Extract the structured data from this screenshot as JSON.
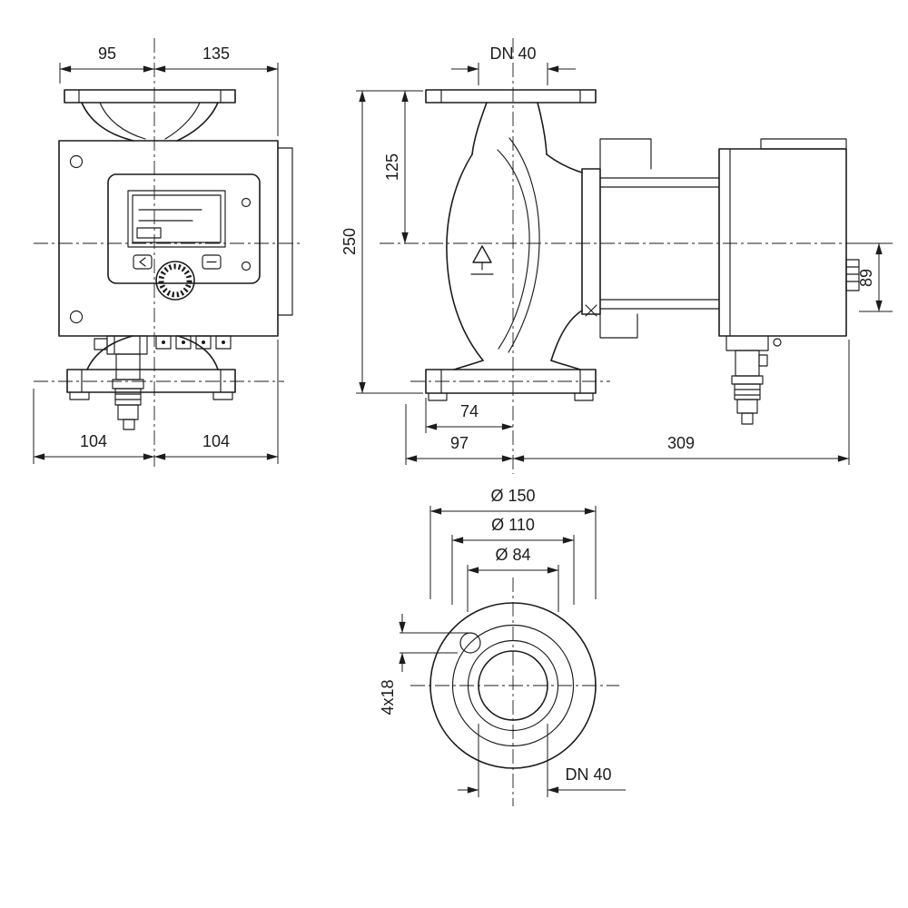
{
  "page": {
    "background": "#ffffff",
    "line_color": "#1c1c1c"
  },
  "front_view": {
    "name": "front-view",
    "dims": {
      "top_left": "95",
      "top_right": "135",
      "bottom_left": "104",
      "bottom_right": "104"
    }
  },
  "side_view": {
    "name": "side-view",
    "dims": {
      "flange_nominal": "DN 40",
      "half_height": "125",
      "total_height": "250",
      "port_to_axis": "74",
      "axis_to_front": "97",
      "axis_to_back": "309",
      "module_height": "89"
    }
  },
  "flange_view": {
    "name": "flange-view",
    "dims": {
      "outer_diameter": "Ø 150",
      "bolt_circle_diameter": "Ø 110",
      "raised_face_diameter": "Ø 84",
      "bolt_holes": "4x18",
      "nominal_diameter": "DN 40"
    }
  }
}
